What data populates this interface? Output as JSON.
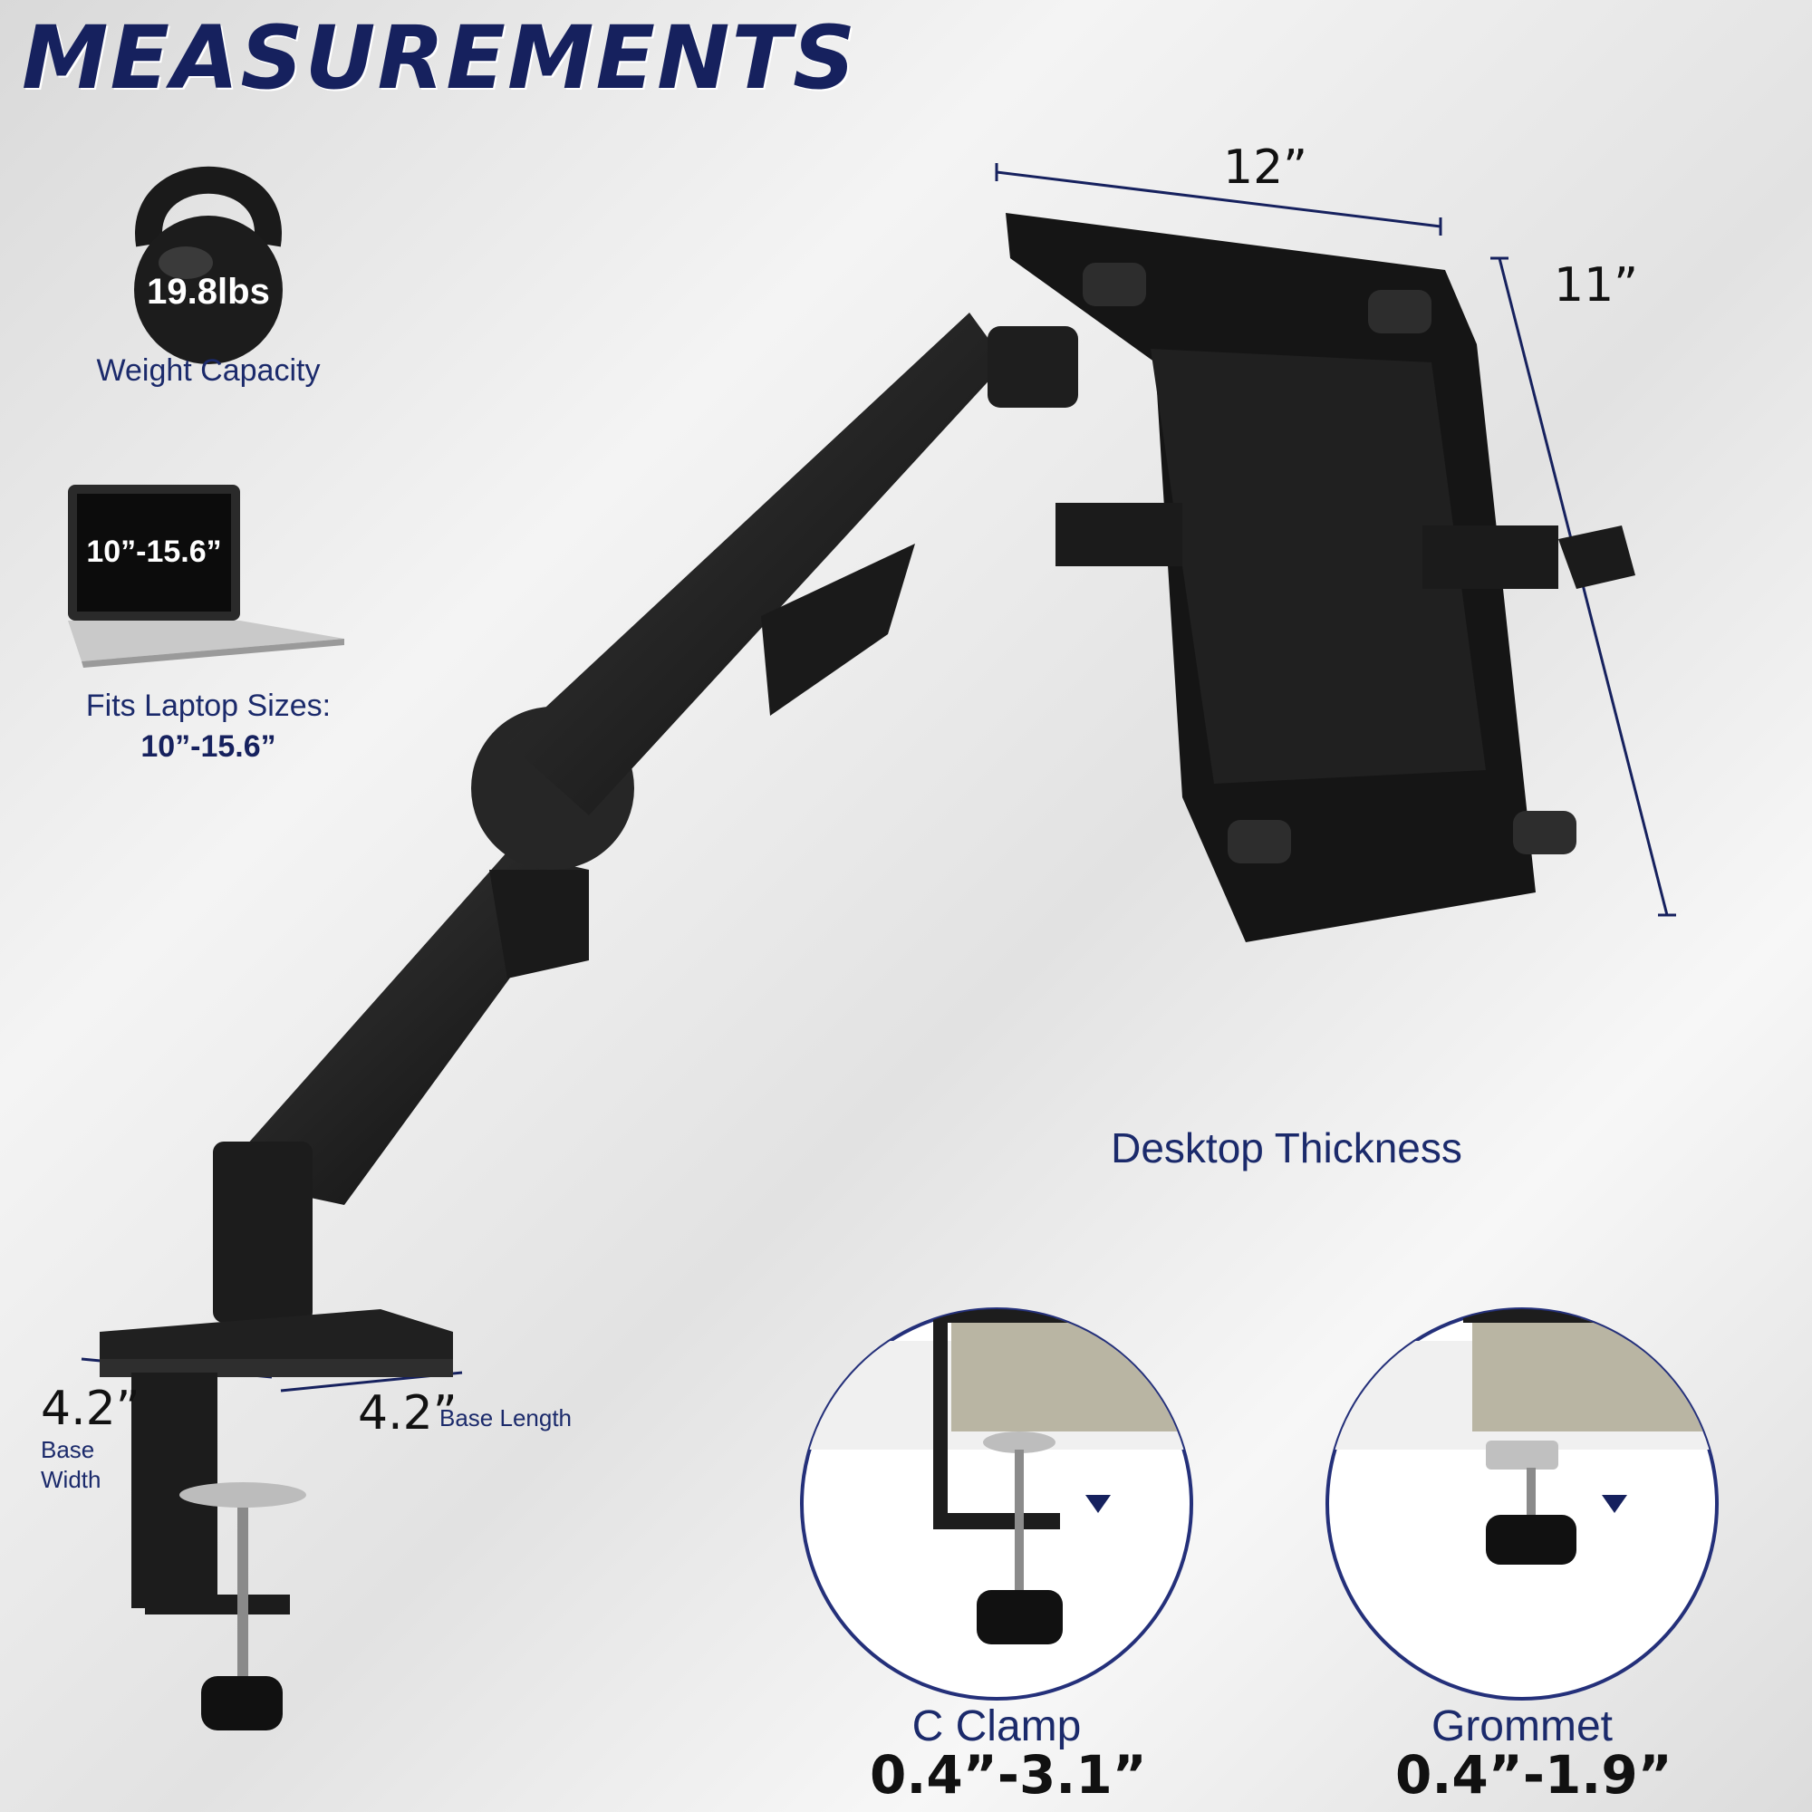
{
  "title": "MEASUREMENTS",
  "weight": {
    "value": "19.8lbs",
    "caption": "Weight Capacity",
    "icon": "kettlebell-icon"
  },
  "laptop": {
    "screen_text": "10”-15.6”",
    "caption": "Fits Laptop Sizes:",
    "sizes": "10”-15.6”",
    "icon": "laptop-icon"
  },
  "tray": {
    "width": "12”",
    "height": "11”"
  },
  "base": {
    "width_value": "4.2”",
    "width_label_line1": "Base",
    "width_label_line2": "Width",
    "length_value": "4.2”",
    "length_label": "Base Length"
  },
  "desktop": {
    "heading": "Desktop Thickness",
    "c_clamp": {
      "label": "C Clamp",
      "range": "0.4”-3.1”"
    },
    "grommet": {
      "label": "Grommet",
      "range": "0.4”-1.9”"
    }
  },
  "colors": {
    "navy": "#16215e",
    "product": "#151515",
    "desk": "#b9b5a3"
  }
}
